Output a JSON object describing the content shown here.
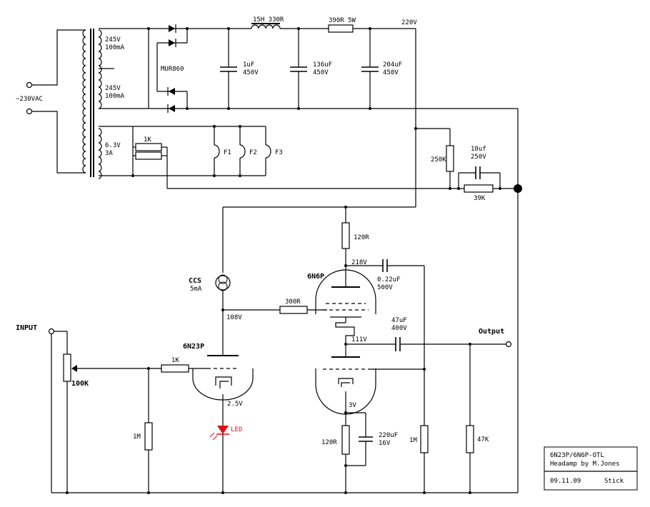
{
  "labels": {
    "mains": "~230VAC",
    "sec1_v": "245V",
    "sec1_a": "100mA",
    "sec2_v": "245V",
    "sec2_a": "100mA",
    "heater_v": "6.3V",
    "heater_a": "3A",
    "heater_r": "1K",
    "diodes": "MUR860",
    "choke": "15H 330R",
    "r_390": "390R 5W",
    "b_plus": "220V",
    "c1_val": "1uF",
    "c1_v": "450V",
    "c2_val": "136uF",
    "c2_v": "450V",
    "c3_val": "204uF",
    "c3_v": "450V",
    "f1": "F1",
    "f2": "F2",
    "f3": "F3",
    "r_250k": "250K",
    "c_10u": "10uf",
    "c_10u_v": "250V",
    "r_39k": "39K",
    "r_120_top": "120R",
    "v_218": "218V",
    "c_022": "0.22uF",
    "c_022_v": "500V",
    "tube_6n6p": "6N6P",
    "ccs": "CCS",
    "ccs_ma": "5mA",
    "r_300": "300R",
    "v_108": "108V",
    "input": "INPUT",
    "pot": "100K",
    "tube_6n23p": "6N23P",
    "r_1k_grid": "1K",
    "c_47u": "47uF",
    "c_47u_v": "400V",
    "v_111": "111V",
    "output": "Output",
    "v_25": "2.5V",
    "led": "LED",
    "v_3": "3V",
    "r_1m_left": "1M",
    "r_120_bot": "120R",
    "c_220u": "220uF",
    "c_220u_v": "16V",
    "r_1m_right": "1M",
    "r_47k": "47K"
  },
  "title_block": {
    "line1": "6N23P/6N6P-OTL",
    "line2": "Headamp by M.Jones",
    "date": "09.11.09",
    "author": "Stick"
  }
}
